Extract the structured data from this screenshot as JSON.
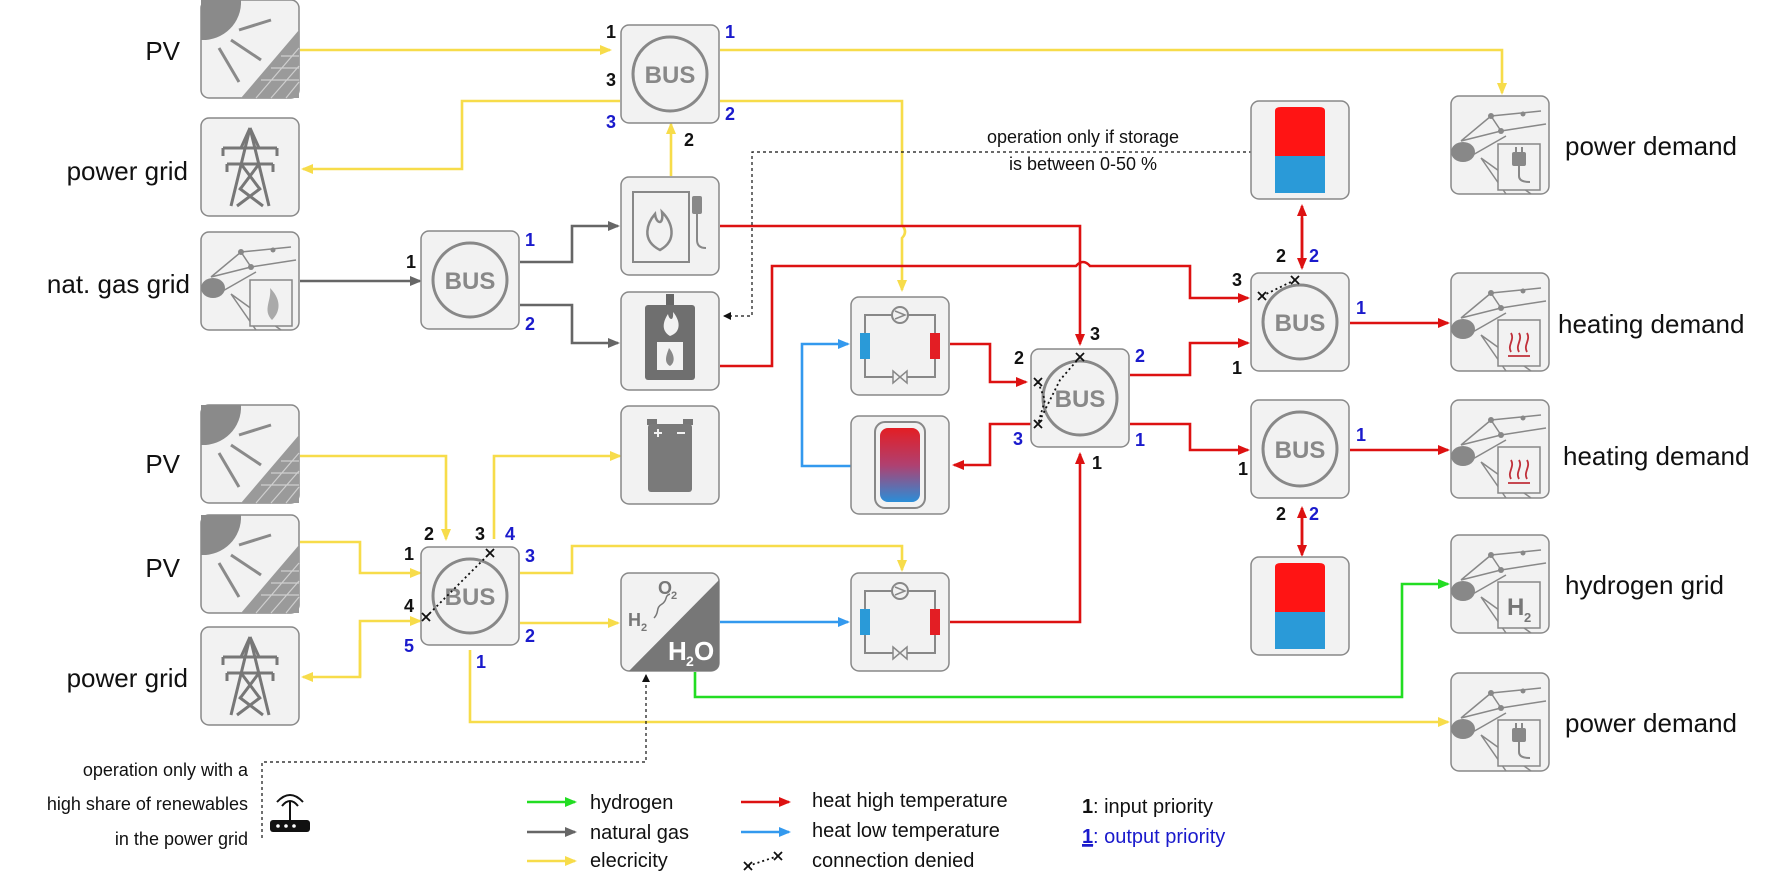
{
  "labels": {
    "pv_top": "PV",
    "power_grid_top": "power grid",
    "nat_gas_grid": "nat. gas grid",
    "pv_mid": "PV",
    "pv_low": "PV",
    "power_grid_low": "power grid",
    "power_demand_top": "power demand",
    "heating_demand_1": "heating demand",
    "heating_demand_2": "heating demand",
    "hydrogen_grid": "hydrogen grid",
    "power_demand_low": "power demand"
  },
  "bus_label": "BUS",
  "notes": {
    "storage_line1": "operation only if storage",
    "storage_line2": "is between 0-50 %",
    "renew_line1": "operation only with a",
    "renew_line2": "high share of renewables",
    "renew_line3": "in the power grid"
  },
  "legend": {
    "hydrogen": "hydrogen",
    "natural_gas": "natural gas",
    "electricity": "elecricity",
    "heat_high": "heat high temperature",
    "heat_low": "heat low temperature",
    "denied": "connection denied",
    "input_num": "1",
    "input_text": ": input priority",
    "output_num": "1",
    "output_text": ": output priority"
  },
  "electrolyzer": {
    "h2": "H",
    "h2_sub": "2",
    "o2": "O",
    "o2_sub": "2",
    "h2o": "H",
    "h2o_sub": "2",
    "h2o_o": "O"
  },
  "h2_icon": {
    "h": "H",
    "sub": "2"
  },
  "priorities": {
    "bus_top": {
      "in1": "1",
      "in3": "3",
      "out1": "1",
      "out2": "2",
      "out3": "3",
      "in2": "2"
    },
    "bus_gas": {
      "in1": "1",
      "out1": "1",
      "out2": "2"
    },
    "bus_heat_mid": {
      "in2": "2",
      "in3": "3",
      "out2": "2",
      "out3": "3",
      "out1": "1",
      "in1": "1"
    },
    "bus_heat_top": {
      "in2": "2",
      "out2": "2",
      "in3": "3",
      "in1": "1",
      "out1": "1"
    },
    "bus_heat_low": {
      "in1": "1",
      "out1": "1",
      "in2": "2",
      "out2": "2"
    },
    "bus_elec_low": {
      "in2": "2",
      "in3": "3",
      "out4": "4",
      "in1": "1",
      "out3": "3",
      "in4": "4",
      "out2": "2",
      "out5": "5",
      "out1": "1"
    }
  },
  "colors": {
    "hydrogen": "#22dd22",
    "natural_gas": "#666666",
    "electricity": "#f7dc4a",
    "heat_high": "#dd1111",
    "heat_low": "#3399ee",
    "input_priority": "#111111",
    "output_priority": "#1a1acc"
  }
}
